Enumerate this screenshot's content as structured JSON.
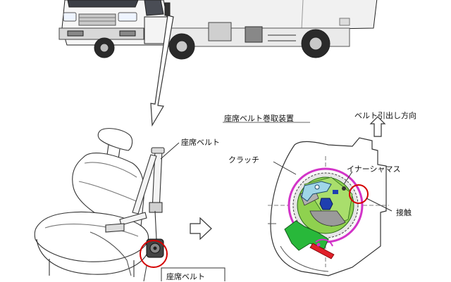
{
  "labels": {
    "seat_belt": "座席ベルト",
    "retractor_title": "座席ベルト巻取装置",
    "pull_direction": "ベルト引出し方向",
    "clutch": "クラッチ",
    "inertia_mass": "イナーシャマス",
    "contact": "接触",
    "retractor_box": "座席ベルト"
  },
  "colors": {
    "highlight_circle": "#d40000",
    "clutch_ring": "#d233c8",
    "gear_green": "#8fd14f",
    "lever_green": "#28b83a",
    "mass_blue": "#1f3fb0",
    "pawl_cyan": "#9fd6e8",
    "spring_red": "#e0202a"
  },
  "icons": {
    "down_arrow": "arrow-down-icon",
    "up_arrow": "arrow-up-icon",
    "right_arrow": "arrow-right-icon"
  }
}
